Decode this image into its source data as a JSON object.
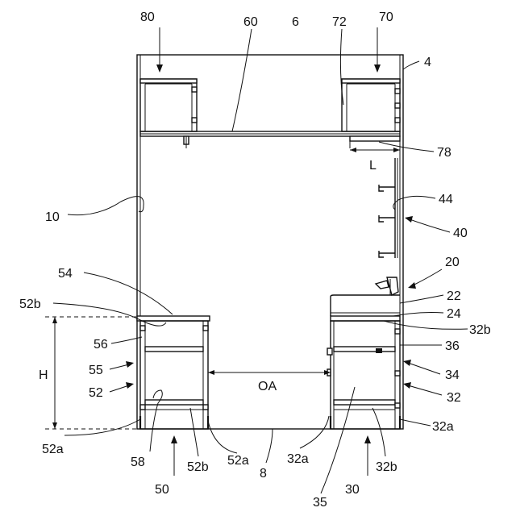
{
  "labels": {
    "l80": "80",
    "l60": "60",
    "l6": "6",
    "l72": "72",
    "l70": "70",
    "l4": "4",
    "l78": "78",
    "lL": "L",
    "l10": "10",
    "l44": "44",
    "l40": "40",
    "l20": "20",
    "l54": "54",
    "l22": "22",
    "l52b_top": "52b",
    "l24": "24",
    "l32b_right": "32b",
    "l56": "56",
    "l36": "36",
    "lH": "H",
    "l55": "55",
    "lOA": "OA",
    "l34": "34",
    "l52": "52",
    "l32": "32",
    "l32a_right": "32a",
    "l52a_left": "52a",
    "l58": "58",
    "l52b_bottom": "52b",
    "l52a_mid": "52a",
    "l32a_mid": "32a",
    "l32b_bottom": "32b",
    "l8": "8",
    "l50": "50",
    "l35": "35",
    "l30": "30"
  }
}
